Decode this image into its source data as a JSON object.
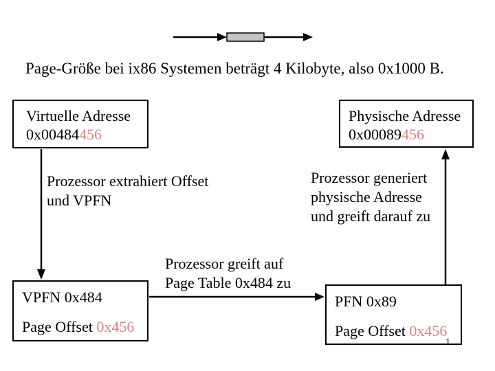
{
  "colors": {
    "accent_red": "#d18689",
    "box_gray": "#c3c3c3",
    "line_black": "#000000"
  },
  "title": "Page-Größe bei ix86 Systemen beträgt 4 Kilobyte, also 0x1000 B.",
  "boxes": {
    "virtual_address": {
      "label": "Virtuelle Adresse",
      "value_black": "0x00484",
      "value_red": "456"
    },
    "physical_address": {
      "label": "Physische Adresse",
      "value_black": "0x00089",
      "value_red": "456"
    },
    "vpfn": {
      "line1": "VPFN 0x484",
      "line2_black": "Page Offset ",
      "line2_red": "0x456"
    },
    "pfn": {
      "line1": "PFN 0x89",
      "line2_black": "Page Offset ",
      "line2_red": "0x456"
    }
  },
  "labels": {
    "extract": [
      "Prozessor extrahiert Offset",
      "und VPFN"
    ],
    "generate": [
      "Prozessor generiert",
      "physische Adresse",
      "und greift darauf zu"
    ],
    "pagetable": [
      "Prozessor greift auf",
      "Page Table 0x484 zu"
    ]
  },
  "page_number": "1"
}
